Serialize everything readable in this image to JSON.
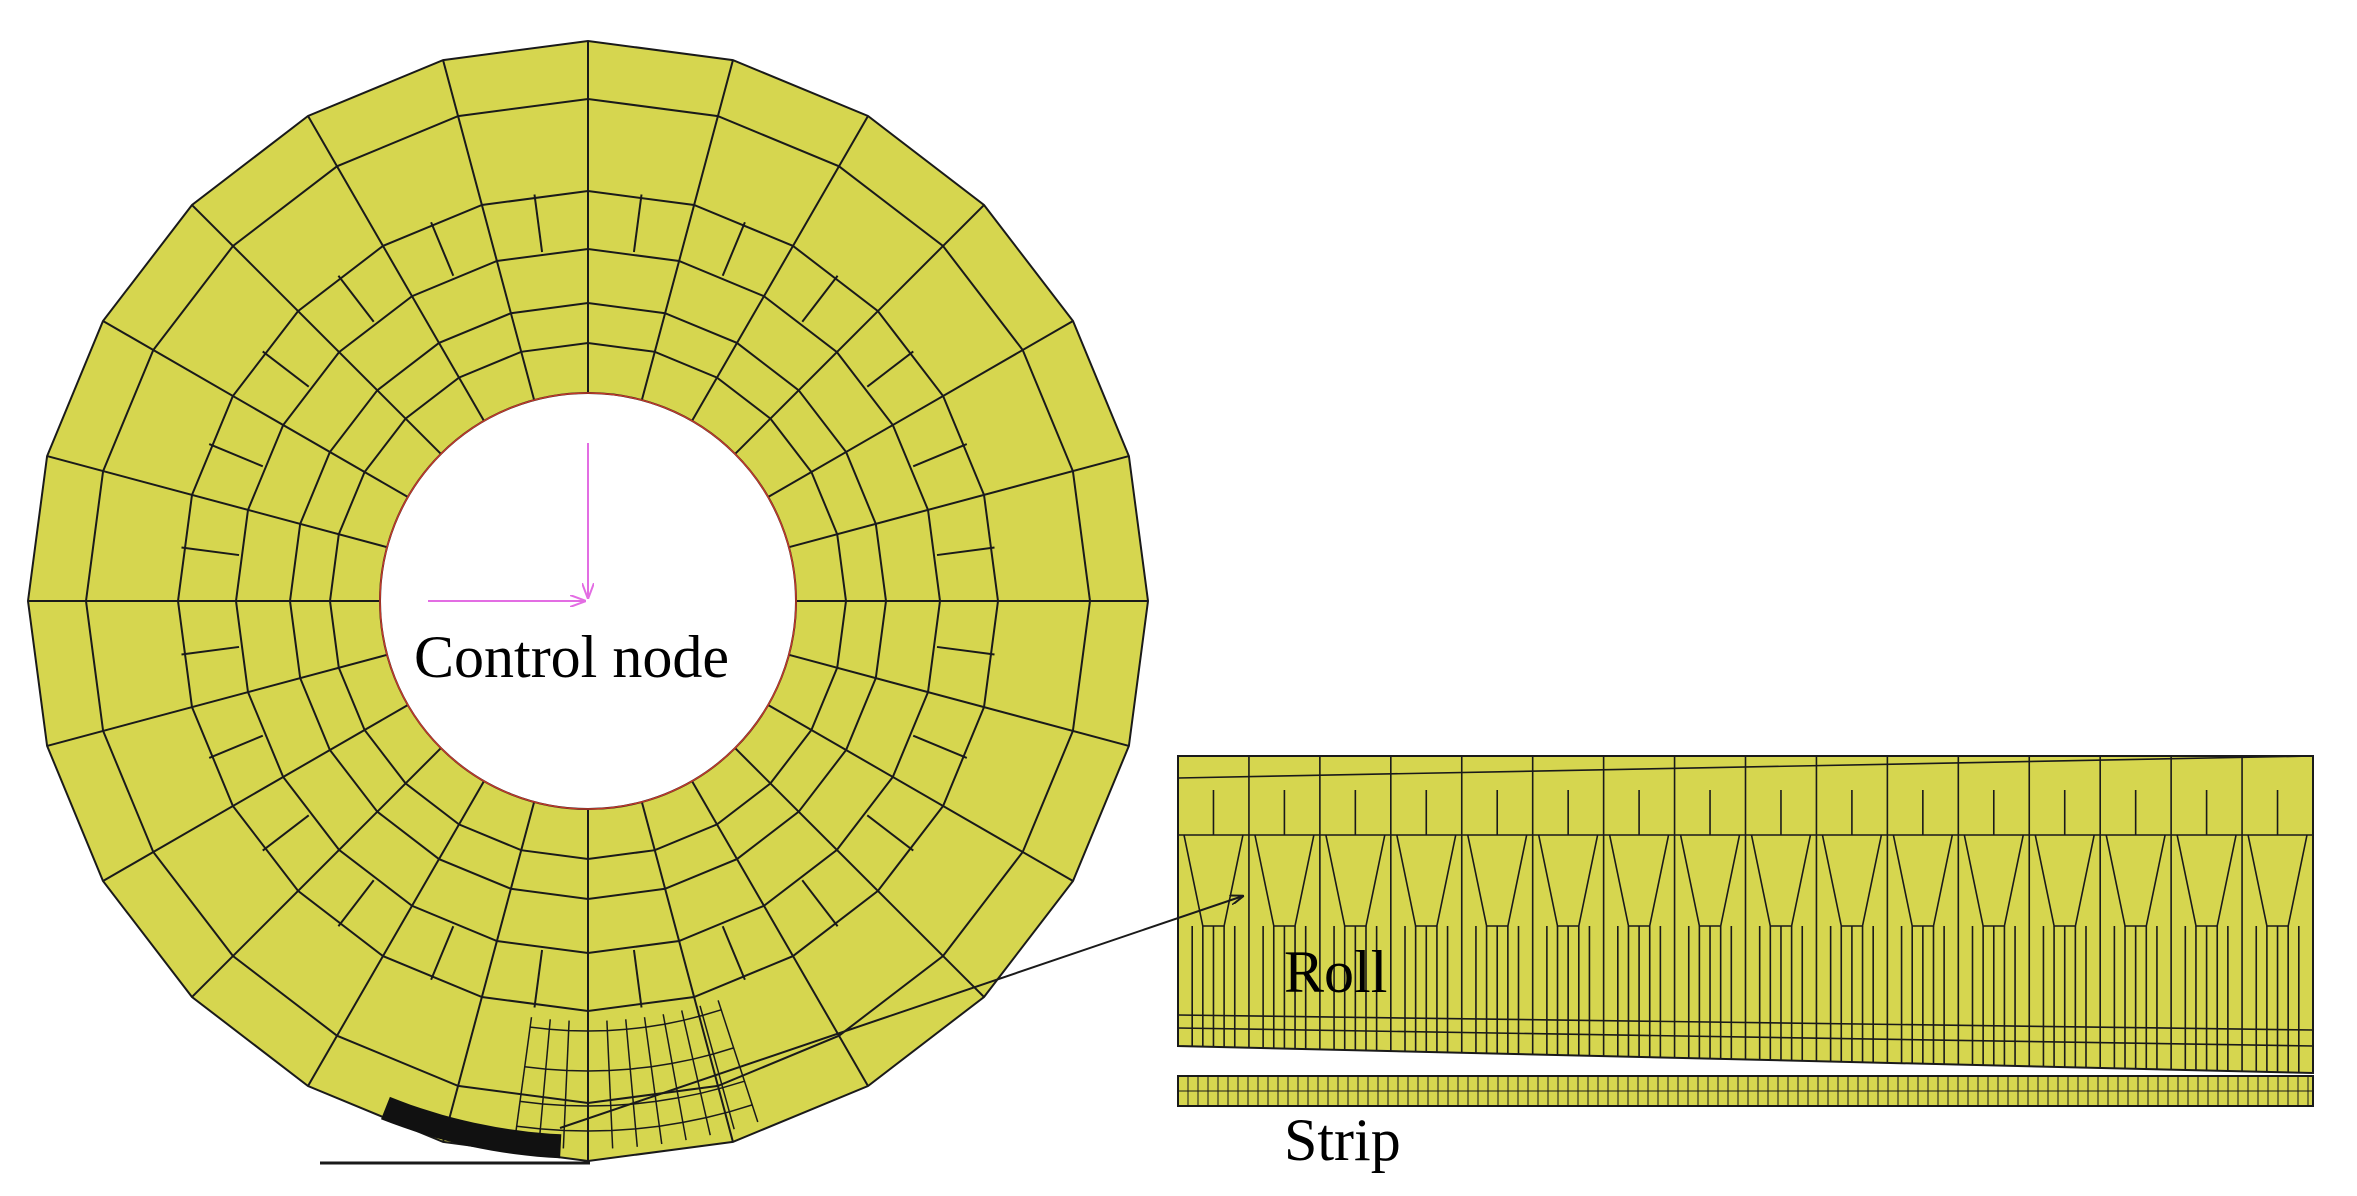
{
  "labels": {
    "control_node": "Control node",
    "roll": "Roll",
    "strip": "Strip"
  },
  "colors": {
    "mesh_fill": "#d6d64f",
    "mesh_line": "#1a1a1a",
    "control_node_axes": "#e36de3",
    "inner_edge": "#c0392b"
  }
}
